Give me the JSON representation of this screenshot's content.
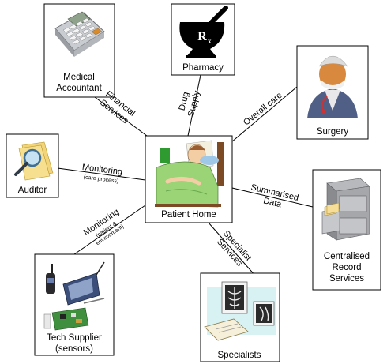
{
  "nodes": {
    "medical_accountant": {
      "line1": "Medical",
      "line2": "Accountant",
      "icon": "calculator-icon"
    },
    "pharmacy": {
      "label": "Pharmacy",
      "icon": "mortar-pestle-rx-icon"
    },
    "surgery": {
      "label": "Surgery",
      "icon": "surgeon-icon"
    },
    "auditor": {
      "label": "Auditor",
      "icon": "magnifying-glass-folder-icon"
    },
    "patient_home": {
      "label": "Patient Home",
      "icon": "patient-in-bed-icon"
    },
    "centralised_records": {
      "line1": "Centralised",
      "line2": "Record",
      "line3": "Services",
      "icon": "filing-cabinet-icon"
    },
    "tech_supplier": {
      "line1": "Tech Supplier",
      "line2": "(sensors)",
      "icon": "devices-icon"
    },
    "specialists": {
      "label": "Specialists",
      "icon": "xray-films-icon"
    }
  },
  "edges": {
    "financial": {
      "line1": "Financial",
      "line2": "Services"
    },
    "drug": {
      "line1": "Drug",
      "line2": "Supply"
    },
    "overall": {
      "label": "Overall care"
    },
    "monitoring_care": {
      "line1": "Monitoring",
      "line2": "(care process)"
    },
    "summarised": {
      "line1": "Summarised",
      "line2": "Data"
    },
    "specialist": {
      "line1": "Specialist",
      "line2": "Services"
    },
    "monitoring_env": {
      "line1": "Monitoring",
      "line2": "(patient &",
      "line3": "environment)"
    }
  }
}
